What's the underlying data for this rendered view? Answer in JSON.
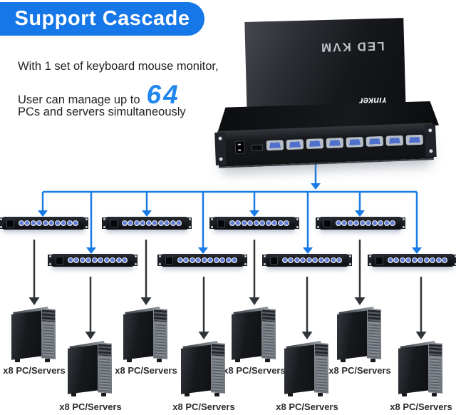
{
  "banner": {
    "label": "Support Cascade",
    "background": "#1577e8",
    "text_color": "#ffffff"
  },
  "intro": {
    "line1": "With 1 set of keyboard mouse monitor,",
    "line2_prefix": "User can manage up to",
    "line2_highlight": "64",
    "line3": "PCs and servers simultaneously",
    "highlight_color": "#2287ec"
  },
  "kvm": {
    "lid_label": "LED KVM",
    "brand": "Yinker",
    "vga_port_count": 8
  },
  "cascade": {
    "connector_color": "#187ae4",
    "arrow_color": "#303438",
    "switch_port_dots": 10,
    "groups": [
      {
        "label": "x8 PC/Servers"
      },
      {
        "label": "x8 PC/Servers"
      },
      {
        "label": "x8 PC/Servers"
      },
      {
        "label": "x8 PC/Servers"
      },
      {
        "label": "x8 PC/Servers"
      },
      {
        "label": "x8 PC/Servers"
      },
      {
        "label": "x8 PC/Servers"
      },
      {
        "label": "x8 PC/Servers"
      }
    ]
  }
}
